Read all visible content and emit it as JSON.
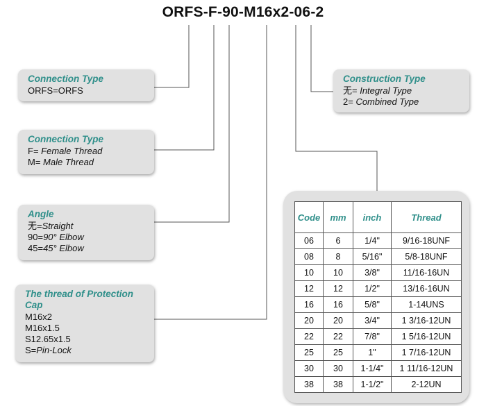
{
  "model_code": {
    "segments": [
      "ORFS",
      "-",
      "F",
      "-",
      "90",
      "-",
      "M16x2",
      "-",
      "06",
      "-",
      "2"
    ]
  },
  "boxes": {
    "connection_type_1": {
      "heading": "Connection Type",
      "lines": [
        {
          "a": "ORFS=ORFS",
          "b": ""
        }
      ]
    },
    "connection_type_2": {
      "heading": "Connection Type",
      "lines": [
        {
          "a": "F= ",
          "b": "Female Thread"
        },
        {
          "a": "M= ",
          "b": "Male Thread"
        }
      ]
    },
    "angle": {
      "heading": "Angle",
      "lines": [
        {
          "a": "无=",
          "b": "Straight"
        },
        {
          "a": "90=",
          "b": "90° Elbow"
        },
        {
          "a": "45=",
          "b": "45° Elbow"
        }
      ]
    },
    "protection_cap": {
      "heading": "The thread of Protection Cap",
      "lines": [
        {
          "a": "M16x2",
          "b": ""
        },
        {
          "a": "M16x1.5",
          "b": ""
        },
        {
          "a": "S12.65x1.5",
          "b": ""
        },
        {
          "a": "S=",
          "b": "Pin-Lock"
        }
      ]
    },
    "construction_type": {
      "heading": "Construction Type",
      "lines": [
        {
          "a": "无= ",
          "b": "Integral Type"
        },
        {
          "a": "2= ",
          "b": "Combined Type"
        }
      ]
    }
  },
  "table": {
    "headers": [
      "Code",
      "mm",
      "inch",
      "Thread"
    ],
    "rows": [
      [
        "06",
        "6",
        "1/4\"",
        "9/16-18UNF"
      ],
      [
        "08",
        "8",
        "5/16\"",
        "5/8-18UNF"
      ],
      [
        "10",
        "10",
        "3/8\"",
        "11/16-16UN"
      ],
      [
        "12",
        "12",
        "1/2\"",
        "13/16-16UN"
      ],
      [
        "16",
        "16",
        "5/8\"",
        "1-14UNS"
      ],
      [
        "20",
        "20",
        "3/4\"",
        "1 3/16-12UN"
      ],
      [
        "22",
        "22",
        "7/8\"",
        "1 5/16-12UN"
      ],
      [
        "25",
        "25",
        "1\"",
        "1 7/16-12UN"
      ],
      [
        "30",
        "30",
        "1-1/4\"",
        "1 11/16-12UN"
      ],
      [
        "38",
        "38",
        "1-1/2\"",
        "2-12UN"
      ]
    ]
  },
  "colors": {
    "heading": "#2f8f8a",
    "box_bg": "#e1e1e1",
    "connector": "#555555"
  }
}
